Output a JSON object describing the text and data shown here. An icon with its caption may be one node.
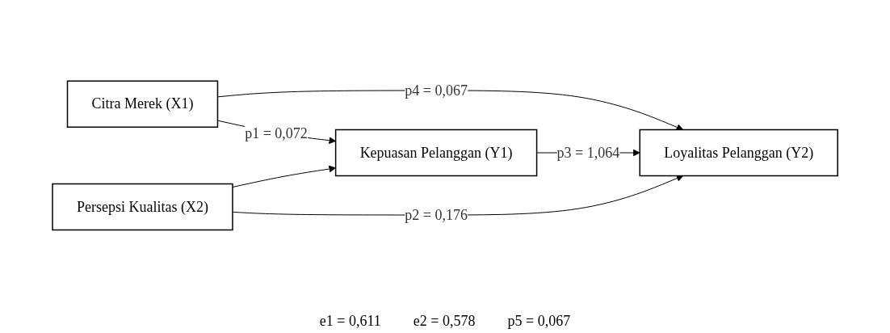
{
  "diagram": {
    "nodes": [
      {
        "text": [
          "Citra Merek (X1)"
        ]
      },
      {
        "text": [
          "Persepsi Kualitas (X2)"
        ]
      },
      {
        "text": [
          "Kepuasan Pelanggan (Y1)"
        ]
      },
      {
        "text": [
          "Loyalitas Pelanggan (Y2)"
        ]
      }
    ],
    "edges": [
      {
        "from": 0,
        "to": 3,
        "arrow": "to",
        "label": "p4 = 0,067"
      },
      {
        "from": 0,
        "to": 2,
        "arrow": "to",
        "label": "p1 = 0,072"
      },
      {
        "from": 1,
        "to": 2,
        "arrow": "to"
      },
      {
        "from": 2,
        "to": 3,
        "arrow": "to",
        "label": "p3 = 1,064"
      },
      {
        "from": 1,
        "to": 3,
        "arrow": "to",
        "label": "p2 = 0,176"
      }
    ],
    "labels": [
      "e1 = 0,611",
      "e2 = 0,578",
      "p5 = 0,067"
    ]
  }
}
